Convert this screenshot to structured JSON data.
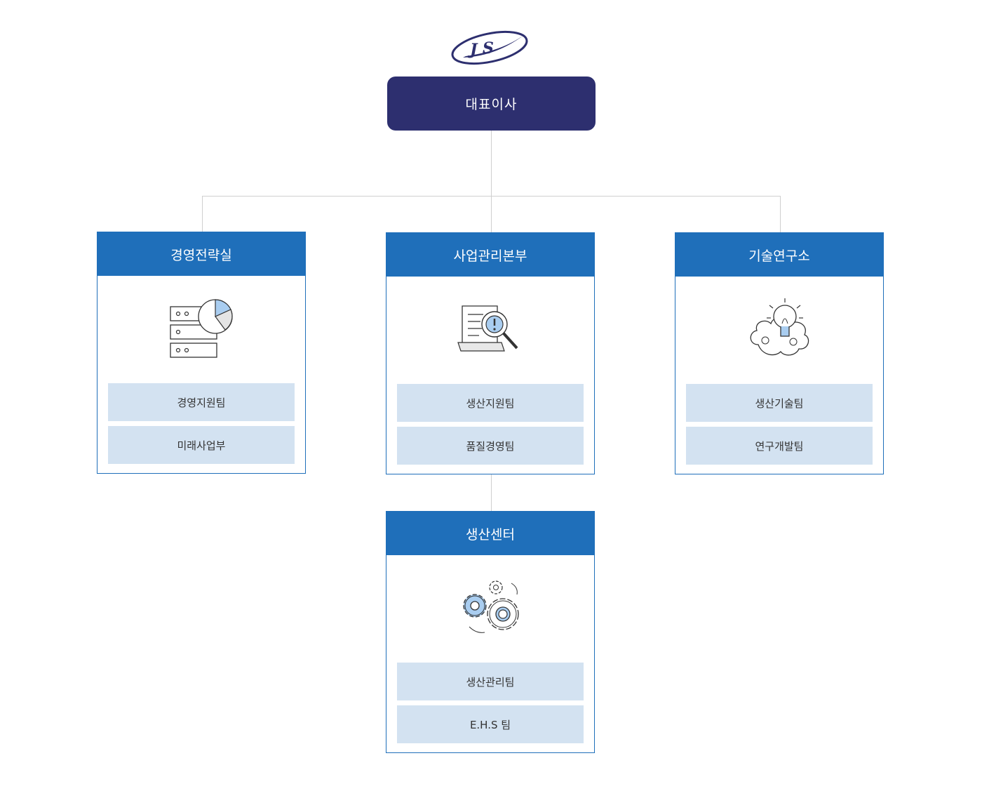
{
  "logo": {
    "text": "JS",
    "color": "#2d2f6f"
  },
  "ceo": {
    "label": "대표이사"
  },
  "colors": {
    "ceo": "#2d2f6f",
    "dept_header": "#1f6fba",
    "team_bg": "#d3e2f1",
    "line": "#cfcfcf",
    "icon_accent": "#a9cdf0"
  },
  "departments": [
    {
      "name": "경영전략실",
      "icon": "server-chart-icon",
      "teams": [
        "경영지원팀",
        "미래사업부"
      ]
    },
    {
      "name": "사업관리본부",
      "icon": "document-magnifier-icon",
      "teams": [
        "생산지원팀",
        "품질경영팀"
      ]
    },
    {
      "name": "기술연구소",
      "icon": "lightbulb-cloud-icon",
      "teams": [
        "생산기술팀",
        "연구개발팀"
      ]
    },
    {
      "name": "생산센터",
      "icon": "gears-icon",
      "teams": [
        "생산관리팀",
        "E.H.S 팀"
      ]
    }
  ]
}
